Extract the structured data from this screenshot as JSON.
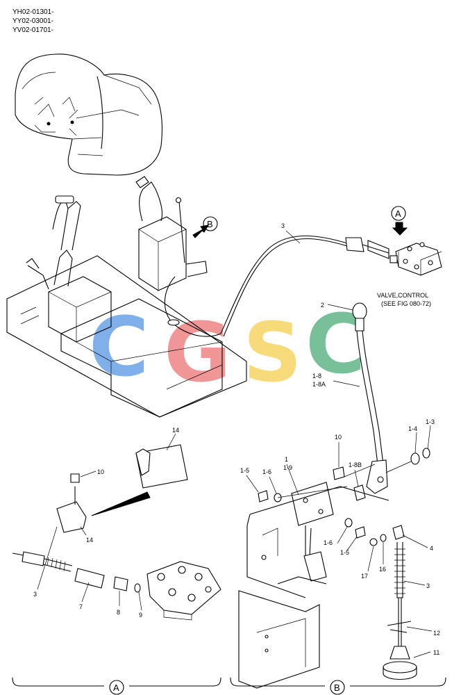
{
  "header": {
    "line1": "YH02-01301-",
    "line2": "YY02-03001-",
    "line3": "YV02-01701-"
  },
  "note": {
    "line1": "VALVE,CONTROL",
    "line2": "(SEE FIG 080-72)"
  },
  "views": {
    "a": "A",
    "b": "B"
  },
  "watermark": {
    "text": "CGSC",
    "colors": {
      "c1": "#4a90e2",
      "g": "#ec6b6b",
      "s": "#f5cd43",
      "c2": "#3ea66e"
    }
  },
  "callouts": {
    "p2": "2",
    "p3_top": "3",
    "p1_8": "1-8",
    "p1_8a": "1-8A",
    "p1_3": "1-3",
    "p1_4": "1-4",
    "p10_right": "10",
    "p1_5_top": "1-5",
    "p1_6_top": "1-6",
    "p1": "1",
    "p1_9": "1-9",
    "p1_8b": "1-8B",
    "p1_6_bot": "1-6",
    "p1_5_bot": "1-5",
    "p17": "17",
    "p16": "16",
    "p4": "4",
    "p3_right": "3",
    "p12": "12",
    "p11": "11",
    "p14_top": "14",
    "p10_left": "10",
    "p14_left": "14",
    "p3_left": "3",
    "p7": "7",
    "p8": "8",
    "p9": "9"
  }
}
